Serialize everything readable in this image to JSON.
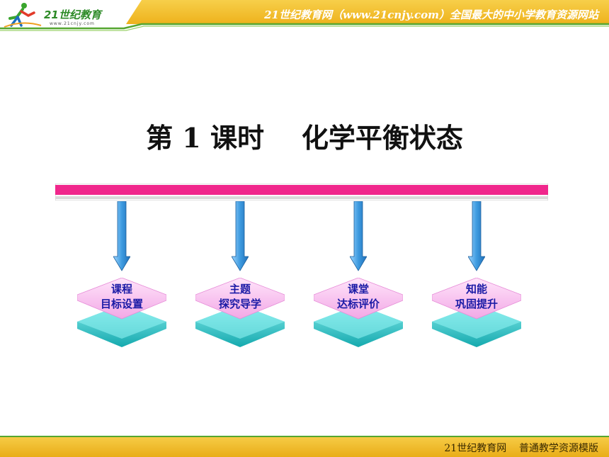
{
  "header": {
    "logo_text": "21世纪教育",
    "logo_sub": "www.21cnjy.com",
    "slogan": "21世纪教育网（www.21cnjy.com）全国最大的中小学教育资源网站"
  },
  "title": "第 1 课时    化学平衡状态",
  "nav": [
    {
      "line1": "课程",
      "line2": "目标设置"
    },
    {
      "line1": "主题",
      "line2": "探究导学"
    },
    {
      "line1": "课堂",
      "line2": "达标评价"
    },
    {
      "line1": "知能",
      "line2": "巩固提升"
    }
  ],
  "footer": {
    "text": "21世纪教育网    普通教学资源模版"
  },
  "colors": {
    "header_bg": "#f1bd26",
    "header_line": "#55a630",
    "divider_pink": "#f0278c",
    "arrow_blue": "#4aa8e6",
    "box_pink": "#f7c4ee",
    "box_cyan": "#33c9c9",
    "label_blue": "#1a1aa6",
    "footer_bg": "#f1bd26"
  }
}
